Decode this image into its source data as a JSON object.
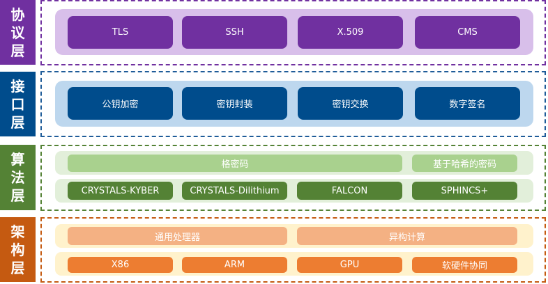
{
  "colors": {
    "protocol": {
      "label": "#7030A0",
      "dash": "#7030A0",
      "panel": "#D8BFEA",
      "button": "#7030A0"
    },
    "interface": {
      "label": "#004C8C",
      "dash": "#1F5C99",
      "panel": "#BDD7EE",
      "button": "#004C8C"
    },
    "algorithm": {
      "label": "#548235",
      "dash": "#548235",
      "panel": "#E2EFDA",
      "category": "#A9D18E",
      "button": "#548235"
    },
    "architecture": {
      "label": "#C55A11",
      "dash": "#C55A11",
      "panel": "#FFF2CC",
      "category": "#F4B183",
      "button": "#ED7D31"
    }
  },
  "layers": {
    "protocol": {
      "label_chars": [
        "协",
        "议",
        "层"
      ],
      "items": [
        "TLS",
        "SSH",
        "X.509",
        "CMS"
      ]
    },
    "interface": {
      "label_chars": [
        "接",
        "口",
        "层"
      ],
      "items": [
        "公钥加密",
        "密钥封装",
        "密钥交换",
        "数字签名"
      ]
    },
    "algorithm": {
      "label_chars": [
        "算",
        "法",
        "层"
      ],
      "categories": [
        "格密码",
        "基于哈希的密码"
      ],
      "items": [
        "CRYSTALS-KYBER",
        "CRYSTALS-Dilithium",
        "FALCON",
        "SPHINCS+"
      ]
    },
    "architecture": {
      "label_chars": [
        "架",
        "构",
        "层"
      ],
      "categories": [
        "通用处理器",
        "异构计算"
      ],
      "items": [
        "X86",
        "ARM",
        "GPU",
        "软硬件协同"
      ]
    }
  }
}
